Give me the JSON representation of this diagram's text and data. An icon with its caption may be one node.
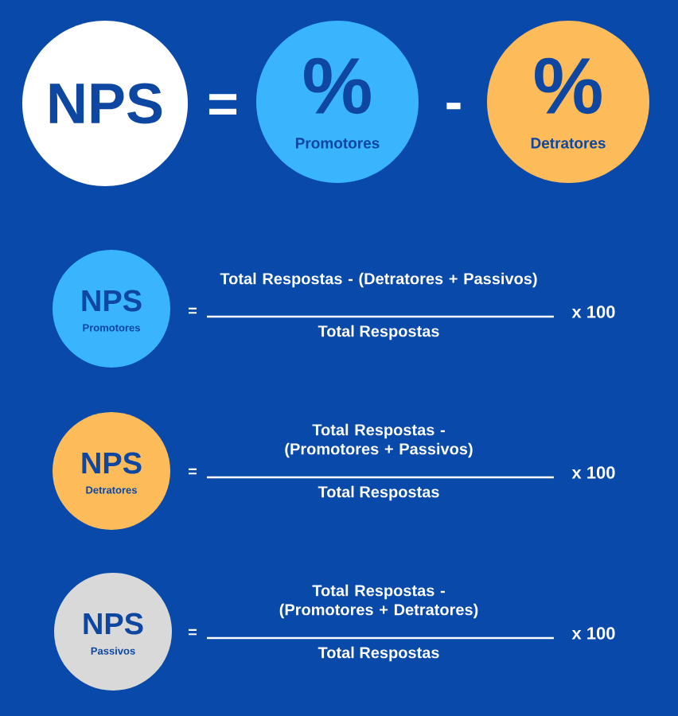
{
  "diagram": {
    "nodes": [
      {
        "text": [
          "NPS"
        ]
      },
      {
        "text": [
          "%",
          "Promotores"
        ]
      },
      {
        "text": [
          "%",
          "Detratores"
        ]
      },
      {
        "text": [
          "NPS",
          "Promotores"
        ]
      },
      {
        "text": [
          "NPS",
          "Detratores"
        ]
      },
      {
        "text": [
          "NPS",
          "Passivos"
        ]
      }
    ],
    "labels": [
      "=",
      "-",
      "Total Respostas - (Detratores + Passivos)",
      "=",
      "x 100",
      "Total Respostas",
      "Total Respostas - (Promotores + Passivos)",
      "=",
      "x 100",
      "Total Respostas",
      "Total Respostas - (Promotores + Detratores)",
      "=",
      "x 100",
      "Total Respostas"
    ]
  }
}
